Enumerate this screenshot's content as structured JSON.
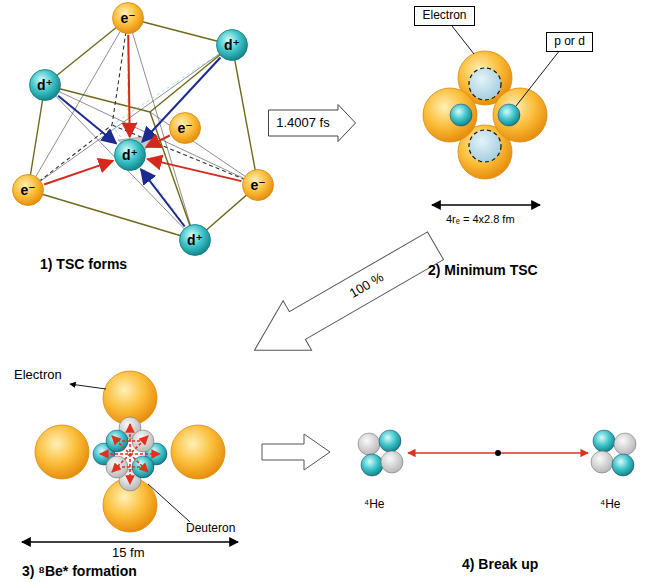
{
  "diagram": {
    "nodes": [
      {
        "text": [
          "e⁻"
        ]
      },
      {
        "text": [
          "d⁺"
        ]
      },
      {
        "text": [
          "d⁺"
        ]
      },
      {
        "text": [
          "e⁻"
        ]
      },
      {
        "text": [
          "d⁺"
        ]
      },
      {
        "text": [
          "e⁻"
        ]
      },
      {
        "text": [
          "e⁻"
        ]
      },
      {
        "text": [
          "d⁺"
        ]
      },
      {
        "text": [
          "1.4007 fs"
        ]
      },
      {
        "text": [
          "Electron"
        ]
      },
      {
        "text": [
          "p or d"
        ]
      },
      {
        "text": [
          "100 %"
        ]
      }
    ],
    "edges": [
      {
        "from": 0,
        "to": 4,
        "arrow": "to"
      },
      {
        "from": 1,
        "to": 4,
        "arrow": "to"
      },
      {
        "from": 2,
        "to": 4,
        "arrow": "to"
      },
      {
        "from": 3,
        "to": 4,
        "arrow": "to"
      },
      {
        "from": 5,
        "to": 4,
        "arrow": "to"
      },
      {
        "from": 6,
        "to": 4,
        "arrow": "to"
      },
      {
        "from": 7,
        "to": 4,
        "arrow": "to"
      }
    ],
    "labels": [
      "1) TSC forms",
      "2) Minimum TSC",
      "4rₑ = 4x2.8 fm",
      "Electron",
      "Deuteron",
      "15 fm",
      "3) ⁸Be* formation",
      "⁴He",
      "⁴He",
      "4) Break up"
    ]
  }
}
